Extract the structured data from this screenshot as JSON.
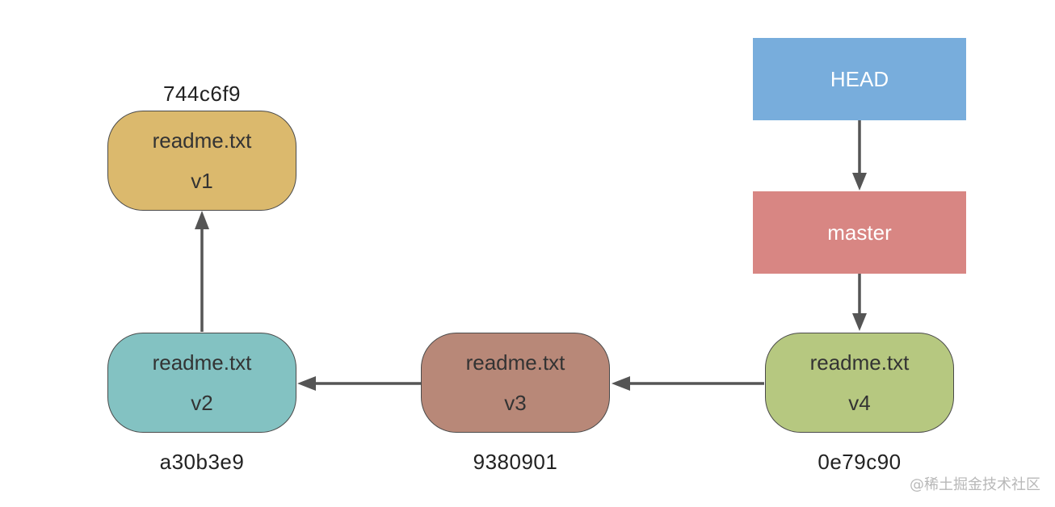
{
  "nodes": {
    "v1": {
      "file": "readme.txt",
      "version": "v1",
      "hash": "744c6f9",
      "color": "#dbb96d"
    },
    "v2": {
      "file": "readme.txt",
      "version": "v2",
      "hash": "a30b3e9",
      "color": "#83c2c2"
    },
    "v3": {
      "file": "readme.txt",
      "version": "v3",
      "hash": "9380901",
      "color": "#b88878"
    },
    "v4": {
      "file": "readme.txt",
      "version": "v4",
      "hash": "0e79c90",
      "color": "#b6c880"
    }
  },
  "refs": {
    "head": {
      "label": "HEAD",
      "color": "#78addc"
    },
    "master": {
      "label": "master",
      "color": "#d88683"
    }
  },
  "edges": [
    {
      "from": "HEAD",
      "to": "master"
    },
    {
      "from": "master",
      "to": "v4"
    },
    {
      "from": "v4",
      "to": "v3"
    },
    {
      "from": "v3",
      "to": "v2"
    },
    {
      "from": "v2",
      "to": "v1"
    }
  ],
  "watermark": "@稀土掘金技术社区",
  "colors": {
    "arrow": "#555555",
    "border": "#4a4a4a"
  }
}
